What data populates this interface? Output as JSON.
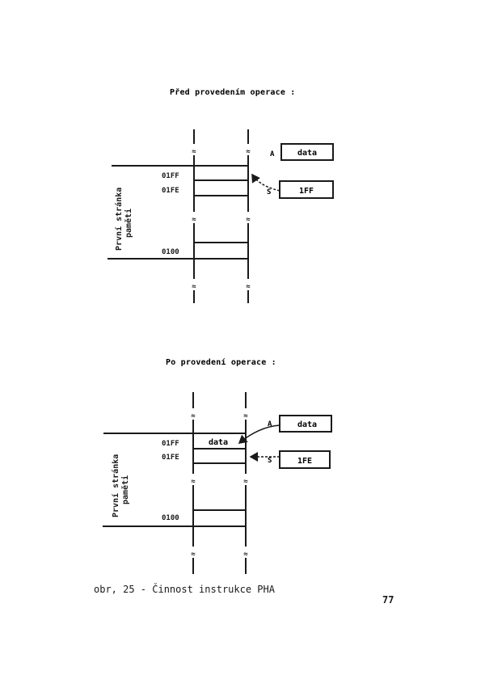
{
  "top": {
    "title": "Před provedením operace :",
    "addr_01ff": "01FF",
    "addr_01fe": "01FE",
    "addr_0100": "0100",
    "page_label_line1": "První stránka",
    "page_label_line2": "paměti",
    "reg_a_label": "A",
    "reg_a_value": "data",
    "reg_s_label": "S",
    "reg_s_value": "1FF",
    "break_mark": "≈"
  },
  "bottom": {
    "title": "Po provedení operace :",
    "addr_01ff": "01FF",
    "addr_01fe": "01FE",
    "addr_0100": "0100",
    "cell_01ff_value": "data",
    "page_label_line1": "První stránka",
    "page_label_line2": "paměti",
    "reg_a_label": "A",
    "reg_a_value": "data",
    "reg_s_label": "S",
    "reg_s_value": "1FE",
    "break_mark": "≈"
  },
  "caption": "obr, 25 - Činnost instrukce PHA",
  "page_number": "77"
}
